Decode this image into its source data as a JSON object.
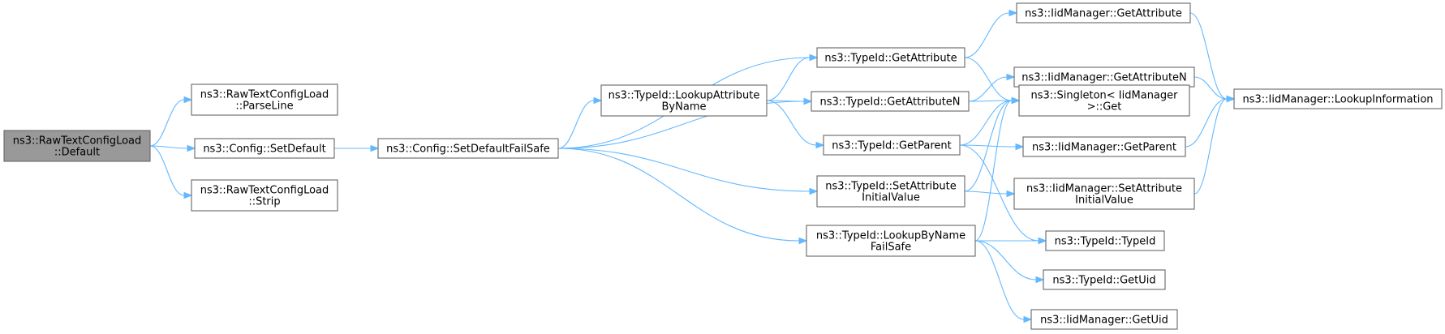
{
  "colors": {
    "edge": "#63b8ff",
    "node_border": "#666666",
    "root_fill": "#999999",
    "node_fill": "#ffffff"
  },
  "nodes": {
    "root": {
      "lines": [
        "ns3::RawTextConfigLoad",
        "::Default"
      ]
    },
    "parseline": {
      "lines": [
        "ns3::RawTextConfigLoad",
        "::ParseLine"
      ]
    },
    "setdefault": {
      "lines": [
        "ns3::Config::SetDefault"
      ]
    },
    "strip": {
      "lines": [
        "ns3::RawTextConfigLoad",
        "::Strip"
      ]
    },
    "setdefaultfs": {
      "lines": [
        "ns3::Config::SetDefaultFailSafe"
      ]
    },
    "lookupattr": {
      "lines": [
        "ns3::TypeId::LookupAttribute",
        "ByName"
      ]
    },
    "tid_getattr": {
      "lines": [
        "ns3::TypeId::GetAttribute"
      ]
    },
    "tid_getattrn": {
      "lines": [
        "ns3::TypeId::GetAttributeN"
      ]
    },
    "tid_getparent": {
      "lines": [
        "ns3::TypeId::GetParent"
      ]
    },
    "tid_setattr": {
      "lines": [
        "ns3::TypeId::SetAttribute",
        "InitialValue"
      ]
    },
    "tid_lookupbyname": {
      "lines": [
        "ns3::TypeId::LookupByName",
        "FailSafe"
      ]
    },
    "iid_getattr": {
      "lines": [
        "ns3::IidManager::GetAttribute"
      ]
    },
    "iid_getattrn": {
      "lines": [
        "ns3::IidManager::GetAttributeN"
      ]
    },
    "singleton": {
      "lines": [
        "ns3::Singleton< IidManager",
        ">::Get"
      ]
    },
    "iid_getparent": {
      "lines": [
        "ns3::IidManager::GetParent"
      ]
    },
    "iid_setattr": {
      "lines": [
        "ns3::IidManager::SetAttribute",
        "InitialValue"
      ]
    },
    "tid_typeid": {
      "lines": [
        "ns3::TypeId::TypeId"
      ]
    },
    "tid_getuid": {
      "lines": [
        "ns3::TypeId::GetUid"
      ]
    },
    "iid_getuid": {
      "lines": [
        "ns3::IidManager::GetUid"
      ]
    },
    "iid_lookupinfo": {
      "lines": [
        "ns3::IidManager::LookupInformation"
      ]
    }
  }
}
